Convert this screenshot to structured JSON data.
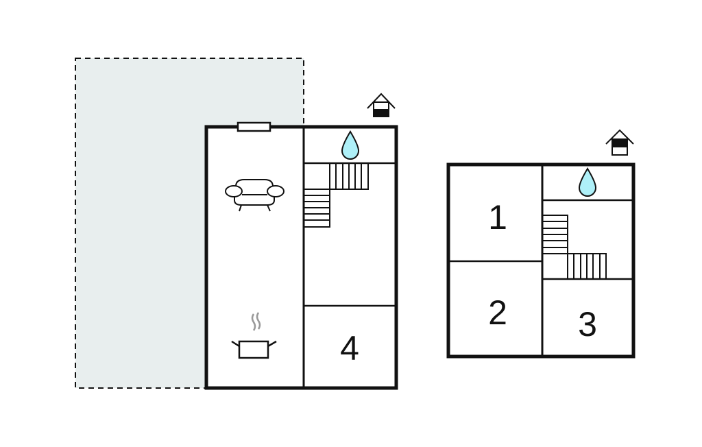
{
  "floors": [
    {
      "name": "ground-floor",
      "rooms": [
        {
          "label": "4"
        }
      ],
      "icons": [
        "window-icon",
        "sofa-icon",
        "cooking-pot-icon",
        "water-drop-icon",
        "stairs-icon",
        "house-ground-floor-icon"
      ]
    },
    {
      "name": "upper-floor",
      "rooms": [
        {
          "label": "1"
        },
        {
          "label": "2"
        },
        {
          "label": "3"
        }
      ],
      "icons": [
        "water-drop-icon",
        "stairs-icon",
        "house-upper-floor-icon"
      ]
    }
  ],
  "colors": {
    "terrace": "#e8eeee",
    "water": "#aef0f8",
    "wall": "#111111"
  }
}
